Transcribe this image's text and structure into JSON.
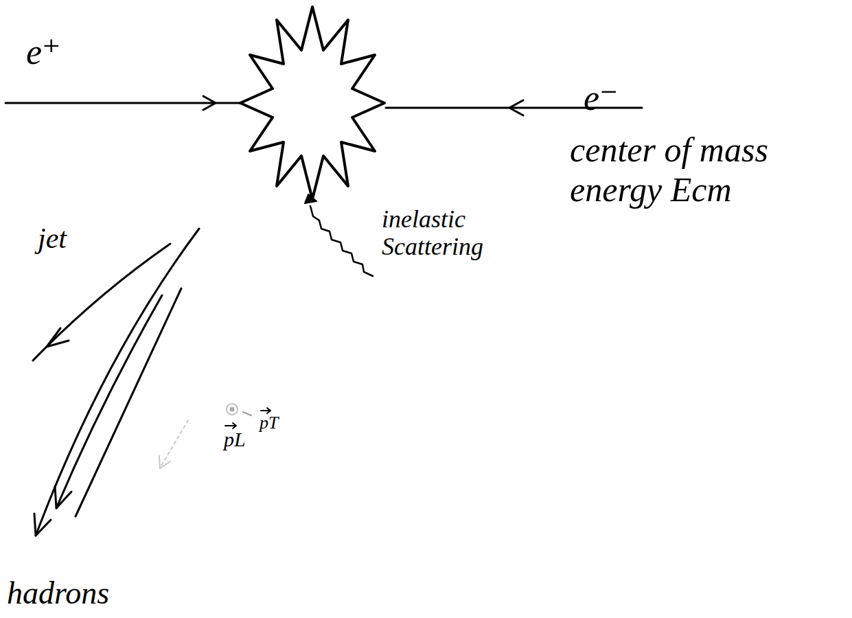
{
  "diagram": {
    "labels": [
      "e⁺",
      "e⁻",
      "center of mass energy Ecm",
      "jet",
      "inelastic Scattering",
      "pL",
      "pT",
      "hadrons"
    ]
  }
}
